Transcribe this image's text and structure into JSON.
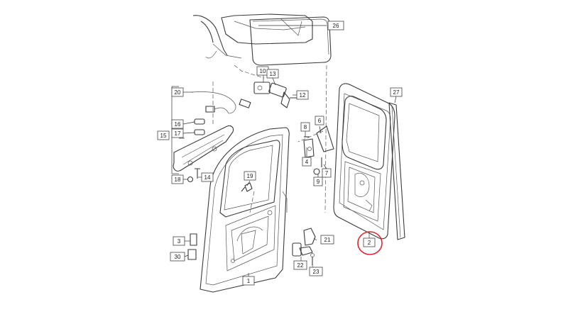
{
  "diagram": {
    "callouts": [
      {
        "id": "c1",
        "text": "1"
      },
      {
        "id": "c2",
        "text": "2"
      },
      {
        "id": "c3",
        "text": "3"
      },
      {
        "id": "c4",
        "text": "4"
      },
      {
        "id": "c6",
        "text": "6"
      },
      {
        "id": "c7",
        "text": "7"
      },
      {
        "id": "c8",
        "text": "8"
      },
      {
        "id": "c9",
        "text": "9"
      },
      {
        "id": "c10",
        "text": "10"
      },
      {
        "id": "c12",
        "text": "12"
      },
      {
        "id": "c13",
        "text": "13"
      },
      {
        "id": "c14",
        "text": "14"
      },
      {
        "id": "c15",
        "text": "15"
      },
      {
        "id": "c16",
        "text": "16"
      },
      {
        "id": "c17",
        "text": "17"
      },
      {
        "id": "c18",
        "text": "18"
      },
      {
        "id": "c19",
        "text": "19"
      },
      {
        "id": "c20",
        "text": "20"
      },
      {
        "id": "c21",
        "text": "21"
      },
      {
        "id": "c22",
        "text": "22"
      },
      {
        "id": "c23",
        "text": "23"
      },
      {
        "id": "c26",
        "text": "26"
      },
      {
        "id": "c27",
        "text": "27"
      },
      {
        "id": "c30",
        "text": "30"
      }
    ],
    "highlight": {
      "target": "2",
      "color": "#e0232b"
    }
  }
}
